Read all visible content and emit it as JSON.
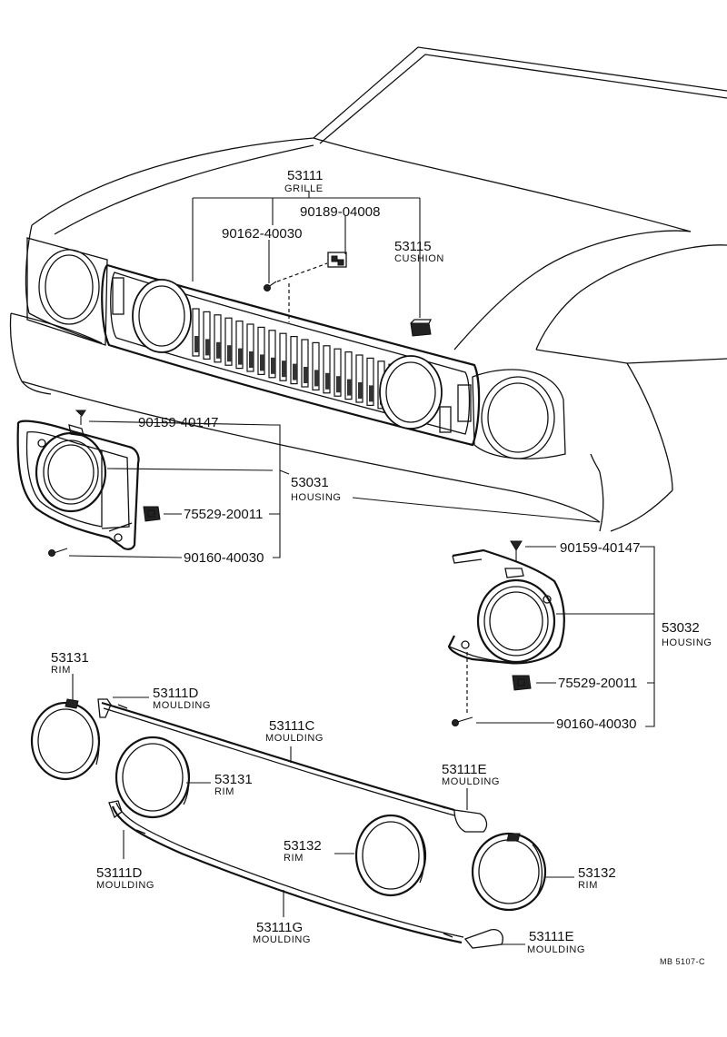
{
  "parts": {
    "grille_no": "53111",
    "grille_name": "GRILLE",
    "screw_grille": "90162-40030",
    "clip_grille": "90189-04008",
    "cushion_no": "53115",
    "cushion_name": "CUSHION",
    "lh_screw_top": "90159-40147",
    "lh_housing_no": "53031",
    "lh_housing_name": "HOUSING",
    "lh_nut": "75529-20011",
    "lh_screw_bottom": "90160-40030",
    "rh_screw_top": "90159-40147",
    "rh_housing_no": "53032",
    "rh_housing_name": "HOUSING",
    "rh_nut": "75529-20011",
    "rh_screw_bottom": "90160-40030",
    "rim1_no": "53131",
    "rim1_name": "RIM",
    "moulding_d1_no": "53111D",
    "moulding_d1_name": "MOULDING",
    "moulding_c_no": "53111C",
    "moulding_c_name": "MOULDING",
    "rim2_no": "53131",
    "rim2_name": "RIM",
    "moulding_e1_no": "53111E",
    "moulding_e1_name": "MOULDING",
    "rim3_no": "53132",
    "rim3_name": "RIM",
    "rim4_no": "53132",
    "rim4_name": "RIM",
    "moulding_d2_no": "53111D",
    "moulding_d2_name": "MOULDING",
    "moulding_g_no": "53111G",
    "moulding_g_name": "MOULDING",
    "moulding_e2_no": "53111E",
    "moulding_e2_name": "MOULDING"
  },
  "reference": "MB 5107-C"
}
